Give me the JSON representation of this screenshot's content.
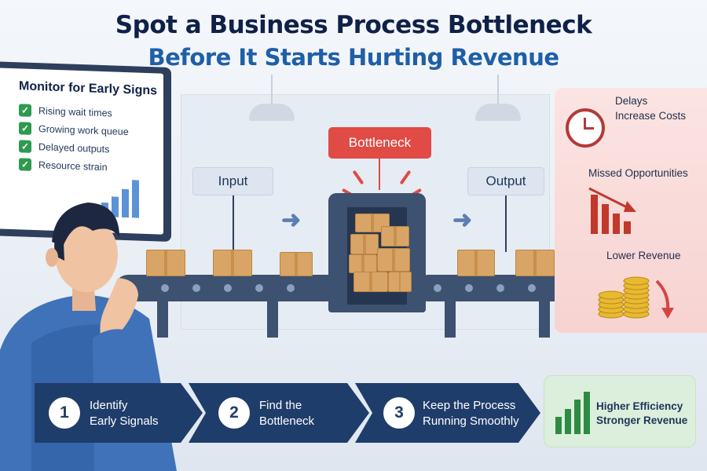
{
  "title": {
    "line1": "Spot a Business Process Bottleneck",
    "line2": "Before It Starts Hurting Revenue"
  },
  "monitor": {
    "title": "Monitor for Early Signs",
    "signs": [
      "Rising wait times",
      "Growing work queue",
      "Delayed outputs",
      "Resource strain"
    ]
  },
  "process": {
    "input_label": "Input",
    "bottleneck_label": "Bottleneck",
    "output_label": "Output"
  },
  "impacts": {
    "delays_line1": "Delays",
    "delays_line2": "Increase Costs",
    "missed": "Missed Opportunities",
    "revenue": "Lower Revenue"
  },
  "steps": [
    {
      "number": "1",
      "line1": "Identify",
      "line2": "Early Signals"
    },
    {
      "number": "2",
      "line1": "Find the",
      "line2": "Bottleneck"
    },
    {
      "number": "3",
      "line1": "Keep the Process",
      "line2": "Running Smoothly"
    }
  ],
  "result": {
    "line1": "Higher Efficiency",
    "line2": "Stronger Revenue"
  },
  "icons": {
    "check": "checkmark-icon",
    "clock": "clock-icon",
    "declining_chart": "declining-bar-chart-icon",
    "coins": "coin-stack-icon",
    "growth_chart": "growth-bar-chart-icon"
  },
  "colors": {
    "navy": "#1f3d6b",
    "title_dark": "#0f2147",
    "title_blue": "#1f5fa8",
    "bottleneck_red": "#e04b45",
    "check_green": "#2e9a4f",
    "box_tan": "#d9a566"
  }
}
